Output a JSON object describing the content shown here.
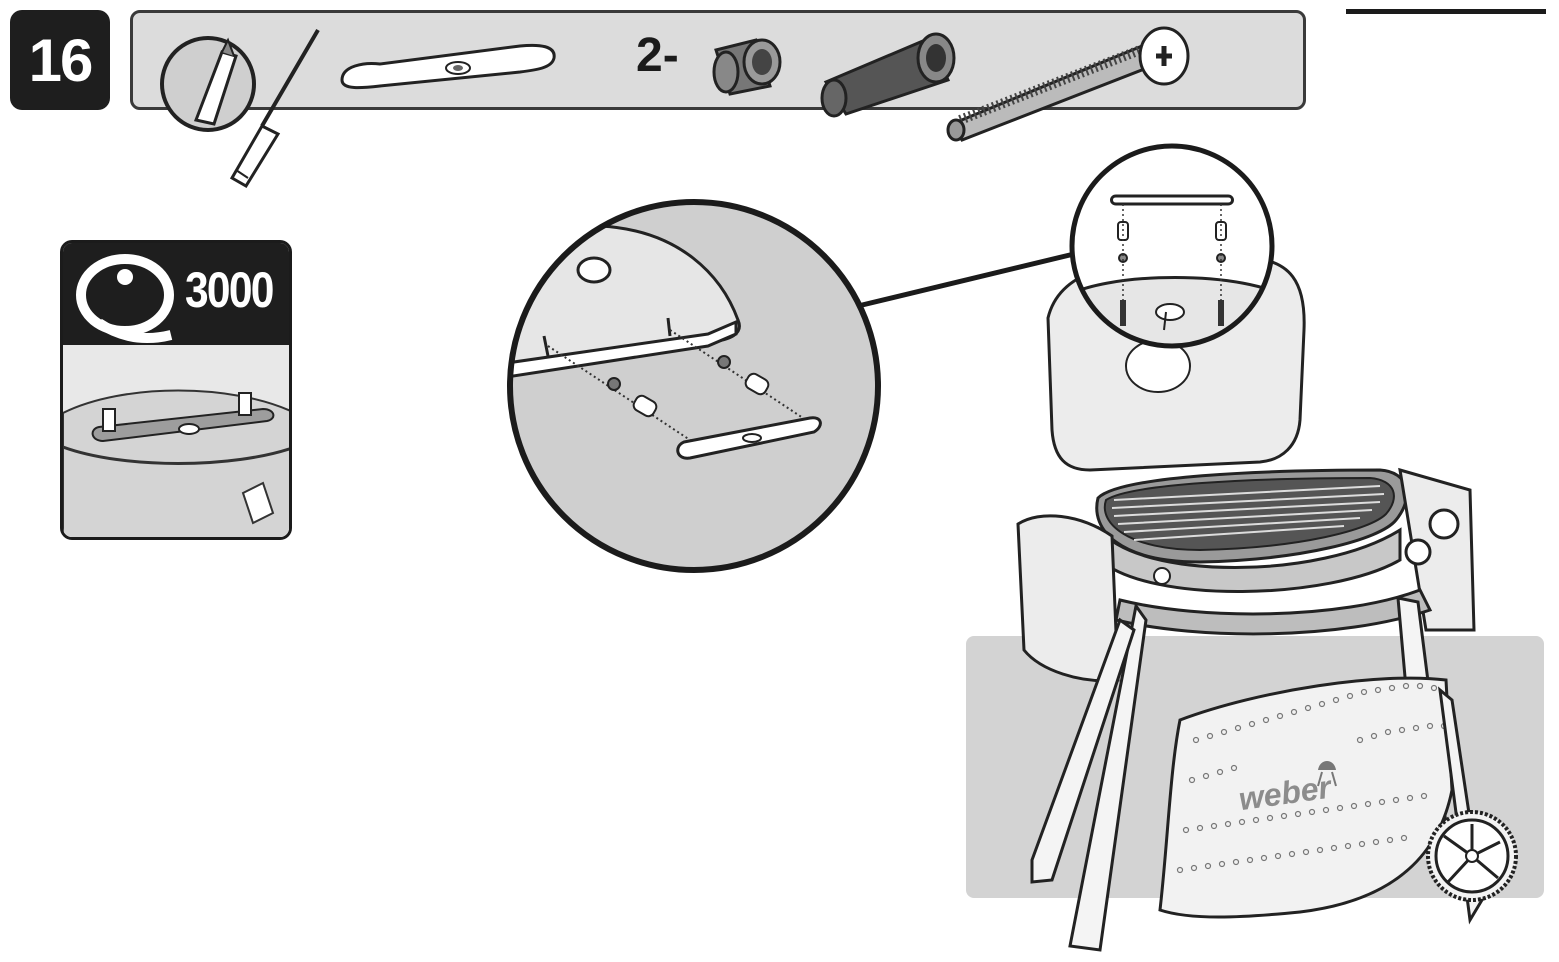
{
  "step": {
    "number": "16"
  },
  "parts": {
    "quantity_label": "2-"
  },
  "model": {
    "number": "3000"
  },
  "brand": {
    "logo_text": "weber"
  },
  "colors": {
    "dark": "#1e1e1e",
    "panel": "#dcdcdc",
    "ground": "#d3d3d3",
    "outline": "#2a2a2a"
  },
  "icons": [
    "screwdriver-icon",
    "handle-icon",
    "spacer-small-icon",
    "spacer-long-icon",
    "bolt-icon",
    "q-logo-icon",
    "weber-kettle-icon"
  ]
}
